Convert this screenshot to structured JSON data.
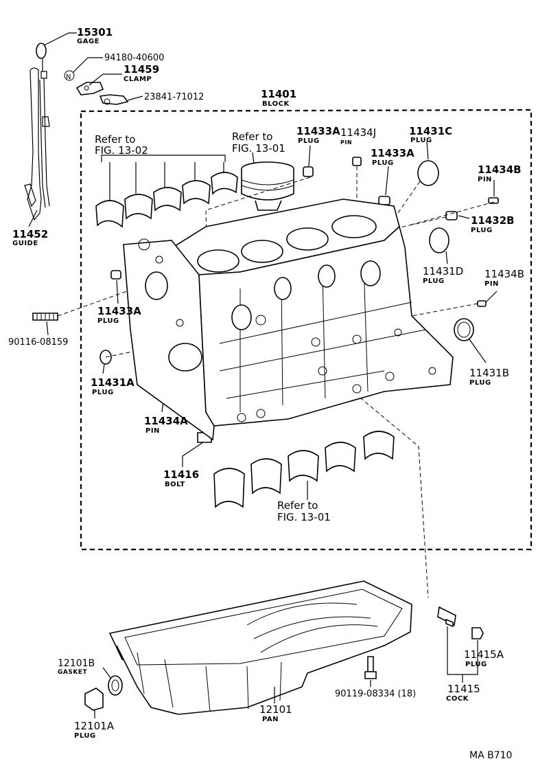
{
  "figure_code": "MA B710",
  "callouts": [
    {
      "id": "c-15301",
      "number": "15301",
      "name": "GAGE"
    },
    {
      "id": "c-94180",
      "number": "94180-40600",
      "name": ""
    },
    {
      "id": "c-11459",
      "number": "11459",
      "name": "CLAMP"
    },
    {
      "id": "c-23841",
      "number": "23841-71012",
      "name": ""
    },
    {
      "id": "c-11401",
      "number": "11401",
      "name": "BLOCK"
    },
    {
      "id": "c-11433a-top",
      "number": "11433A",
      "name": "PLUG"
    },
    {
      "id": "c-11434j",
      "number": "11434J",
      "name": "PIN"
    },
    {
      "id": "c-11431c",
      "number": "11431C",
      "name": "PLUG"
    },
    {
      "id": "c-11433a-right",
      "number": "11433A",
      "name": "PLUG"
    },
    {
      "id": "c-11434b-top",
      "number": "11434B",
      "name": "PIN"
    },
    {
      "id": "c-11432b",
      "number": "11432B",
      "name": "PLUG"
    },
    {
      "id": "c-11431d",
      "number": "11431D",
      "name": "PLUG"
    },
    {
      "id": "c-11434b-mid",
      "number": "11434B",
      "name": "PIN"
    },
    {
      "id": "c-11431b",
      "number": "11431B",
      "name": "PLUG"
    },
    {
      "id": "c-11452",
      "number": "11452",
      "name": "GUIDE"
    },
    {
      "id": "c-11433a-left",
      "number": "11433A",
      "name": "PLUG"
    },
    {
      "id": "c-90116",
      "number": "90116-08159",
      "name": ""
    },
    {
      "id": "c-11431a",
      "number": "11431A",
      "name": "PLUG"
    },
    {
      "id": "c-11434a",
      "number": "11434A",
      "name": "PIN"
    },
    {
      "id": "c-11416",
      "number": "11416",
      "name": "BOLT"
    },
    {
      "id": "c-12101b",
      "number": "12101B",
      "name": "GASKET"
    },
    {
      "id": "c-12101a",
      "number": "12101A",
      "name": "PLUG"
    },
    {
      "id": "c-90119",
      "number": "90119-08334 (18)",
      "name": ""
    },
    {
      "id": "c-12101",
      "number": "12101",
      "name": "PAN"
    },
    {
      "id": "c-11415a",
      "number": "11415A",
      "name": "PLUG"
    },
    {
      "id": "c-11415",
      "number": "11415",
      "name": "COCK"
    }
  ],
  "references": {
    "refer_to": "Refer to",
    "fig_13_02": "FIG. 13-02",
    "fig_13_01": "FIG. 13-01"
  },
  "n_marker": "N"
}
